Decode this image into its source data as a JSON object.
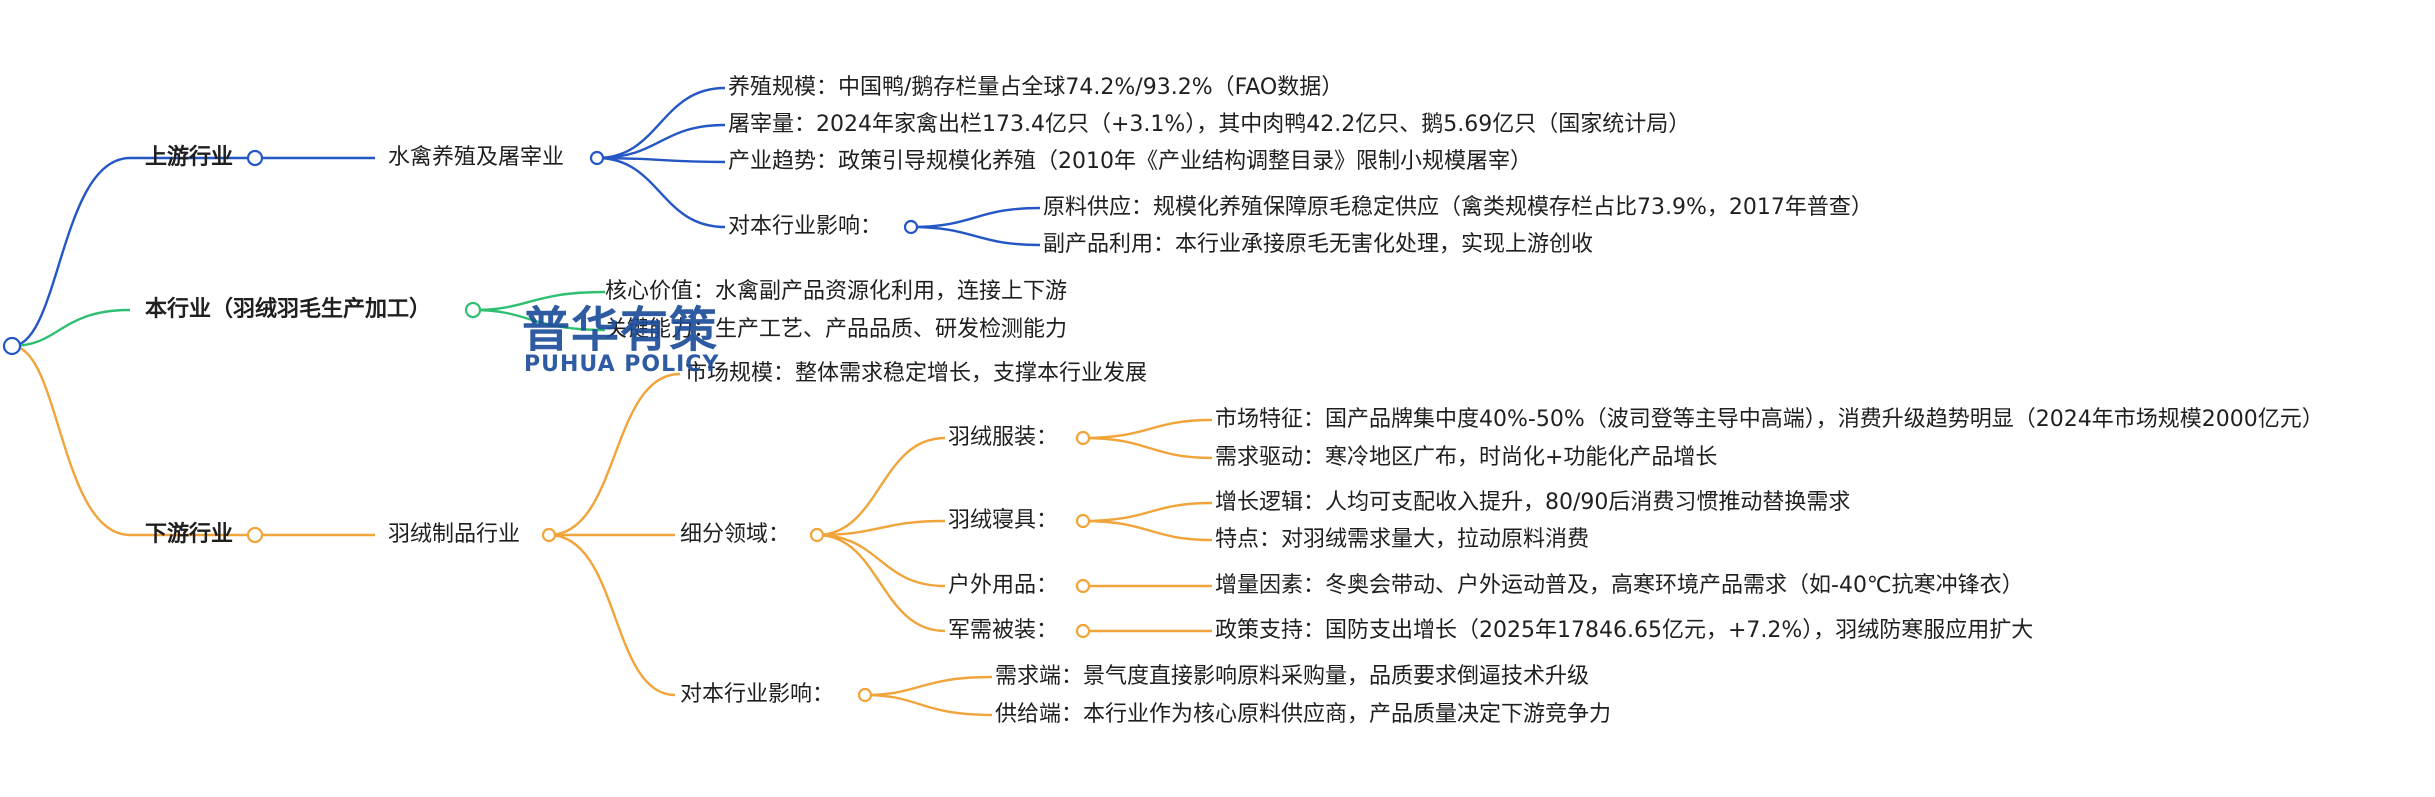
{
  "colors": {
    "blue": "#2456c4",
    "green": "#2fbf71",
    "orange": "#f0a43a"
  },
  "watermark": {
    "cn": "普华有策",
    "en": "PUHUA POLICY"
  },
  "upstream": {
    "label": "上游行业",
    "child": "水禽养殖及屠宰业",
    "items": [
      "养殖规模：中国鸭/鹅存栏量占全球74.2%/93.2%（FAO数据）",
      "屠宰量：2024年家禽出栏173.4亿只（+3.1%），其中肉鸭42.2亿只、鹅5.69亿只（国家统计局）",
      "产业趋势：政策引导规模化养殖（2010年《产业结构调整目录》限制小规模屠宰）"
    ],
    "impact": {
      "label": "对本行业影响：",
      "items": [
        "原料供应：规模化养殖保障原毛稳定供应（禽类规模存栏占比73.9%，2017年普查）",
        "副产品利用：本行业承接原毛无害化处理，实现上游创收"
      ]
    }
  },
  "industry": {
    "label": "本行业（羽绒羽毛生产加工）",
    "items": [
      "核心价值：水禽副产品资源化利用，连接上下游",
      "关键能力：生产工艺、产品品质、研发检测能力"
    ]
  },
  "downstream": {
    "label": "下游行业",
    "child": "羽绒制品行业",
    "scale": "市场规模：整体需求稳定增长，支撑本行业发展",
    "segments": {
      "label": "细分领域：",
      "apparel": {
        "label": "羽绒服装：",
        "items": [
          "市场特征：国产品牌集中度40%-50%（波司登等主导中高端），消费升级趋势明显（2024年市场规模2000亿元）",
          "需求驱动：寒冷地区广布，时尚化+功能化产品增长"
        ]
      },
      "bedding": {
        "label": "羽绒寝具：",
        "items": [
          "增长逻辑：人均可支配收入提升，80/90后消费习惯推动替换需求",
          "特点：对羽绒需求量大，拉动原料消费"
        ]
      },
      "outdoor": {
        "label": "户外用品：",
        "item": "增量因素：冬奥会带动、户外运动普及，高寒环境产品需求（如-40℃抗寒冲锋衣）"
      },
      "military": {
        "label": "军需被装：",
        "item": "政策支持：国防支出增长（2025年17846.65亿元，+7.2%），羽绒防寒服应用扩大"
      }
    },
    "impact": {
      "label": "对本行业影响：",
      "items": [
        "需求端：景气度直接影响原料采购量，品质要求倒逼技术升级",
        "供给端：本行业作为核心原料供应商，产品质量决定下游竞争力"
      ]
    }
  }
}
